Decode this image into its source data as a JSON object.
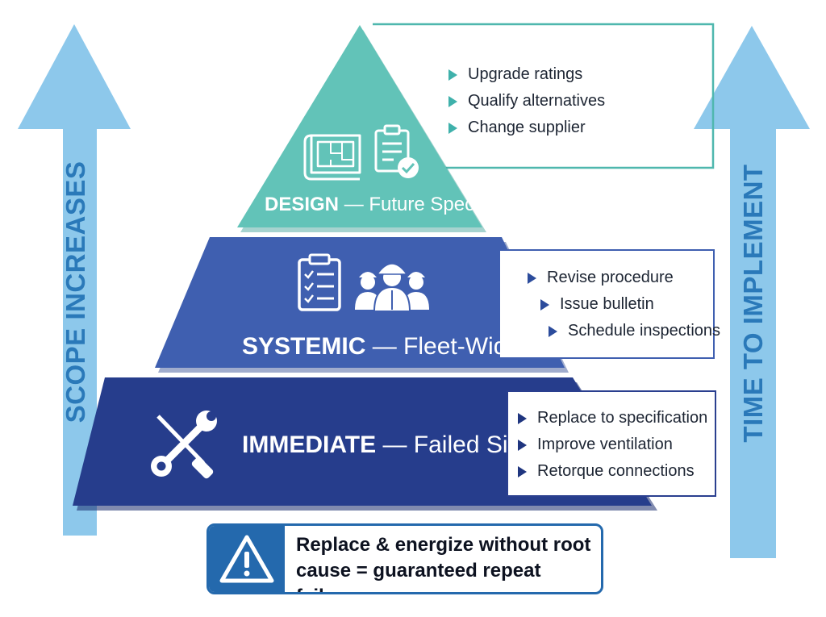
{
  "axes": {
    "left_label": "SCOPE INCREASES",
    "right_label": "TIME TO IMPLEMENT"
  },
  "tiers": {
    "design": {
      "title": "DESIGN",
      "subtitle": "— Future Specs",
      "color": "#62c3b8",
      "bullets": [
        "Upgrade ratings",
        "Qualify alternatives",
        "Change supplier"
      ]
    },
    "systemic": {
      "title": "SYSTEMIC",
      "subtitle": "— Fleet-Wide",
      "color": "#3f5fb0",
      "bullets": [
        "Revise procedure",
        "Issue bulletin",
        "Schedule inspections"
      ]
    },
    "immediate": {
      "title": "IMMEDIATE",
      "subtitle": "— Failed Site",
      "color": "#263d8c",
      "bullets": [
        "Replace to specification",
        "Improve ventilation",
        "Retorque connections"
      ]
    }
  },
  "callout": {
    "text": "Replace & energize without root cause = guaranteed repeat failure",
    "accent": "#2469ad"
  },
  "icons": {
    "design": [
      "blueprint-icon",
      "checklist-check-icon"
    ],
    "systemic": [
      "clipboard-checklist-icon",
      "workers-team-icon"
    ],
    "immediate": [
      "wrench-screwdriver-icon"
    ],
    "callout": "warning-triangle-icon"
  },
  "arrow_color": "#8dc8eb"
}
